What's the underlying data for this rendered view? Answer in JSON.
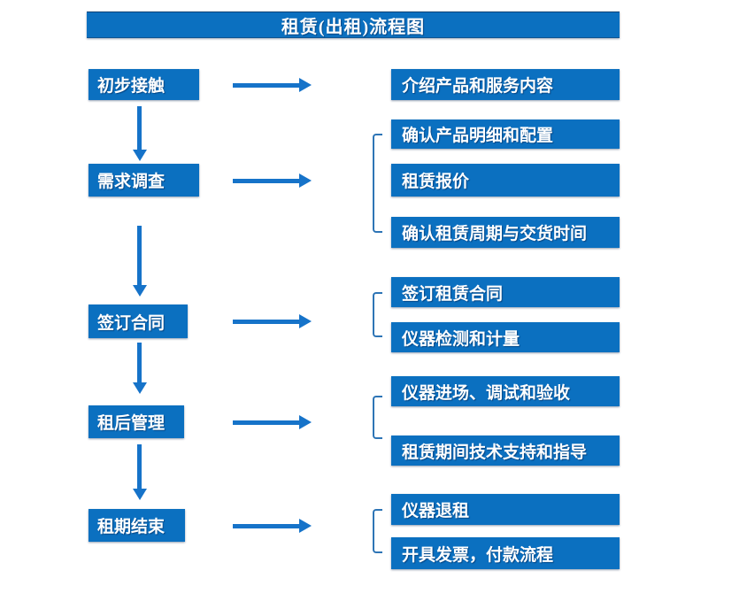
{
  "title": "租赁(出租)流程图",
  "colors": {
    "box_blue": "#0b70c0",
    "arrow_blue": "#1673c9",
    "bracket_blue": "#2e75b6",
    "text_white": "#ffffff",
    "background": "#ffffff"
  },
  "steps": [
    {
      "label": "初步接触",
      "details": [
        "介绍产品和服务内容"
      ]
    },
    {
      "label": "需求调查",
      "details": [
        "确认产品明细和配置",
        "租赁报价",
        "确认租赁周期与交货时间"
      ]
    },
    {
      "label": "签订合同",
      "details": [
        "签订租赁合同",
        "仪器检测和计量"
      ]
    },
    {
      "label": "租后管理",
      "details": [
        "仪器进场、调试和验收",
        "租赁期间技术支持和指导"
      ]
    },
    {
      "label": "租期结束",
      "details": [
        "仪器退租",
        "开具发票，付款流程"
      ]
    }
  ]
}
